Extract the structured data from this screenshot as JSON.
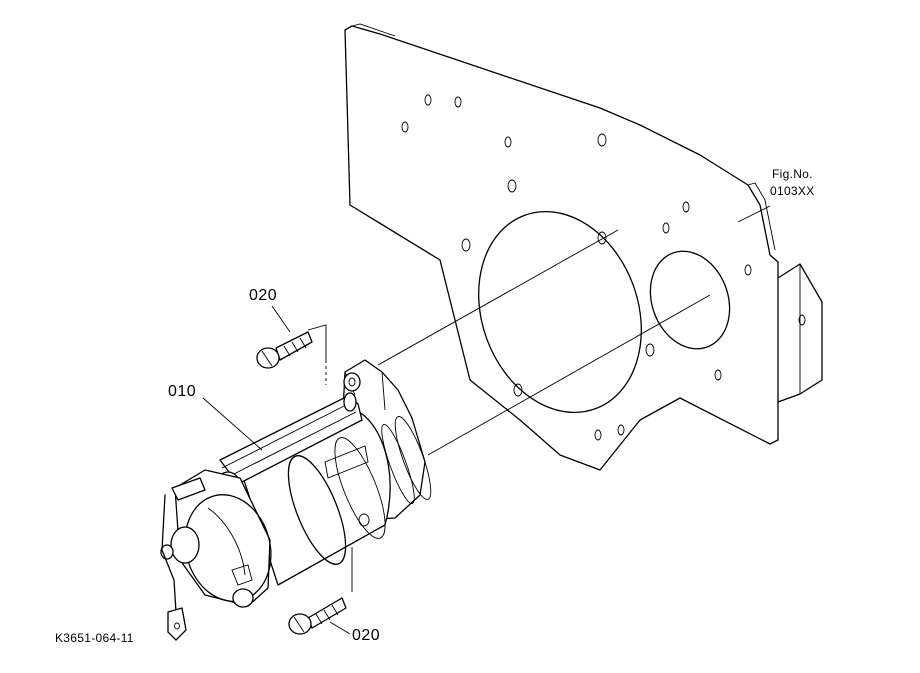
{
  "labels": {
    "starter_part": "010",
    "bolt_top": "020",
    "bolt_bottom": "020",
    "fig_title": "Fig.No.",
    "fig_number": "0103XX",
    "drawing_code": "K3651-064-11"
  },
  "colors": {
    "line": "#000000",
    "background": "#ffffff"
  }
}
